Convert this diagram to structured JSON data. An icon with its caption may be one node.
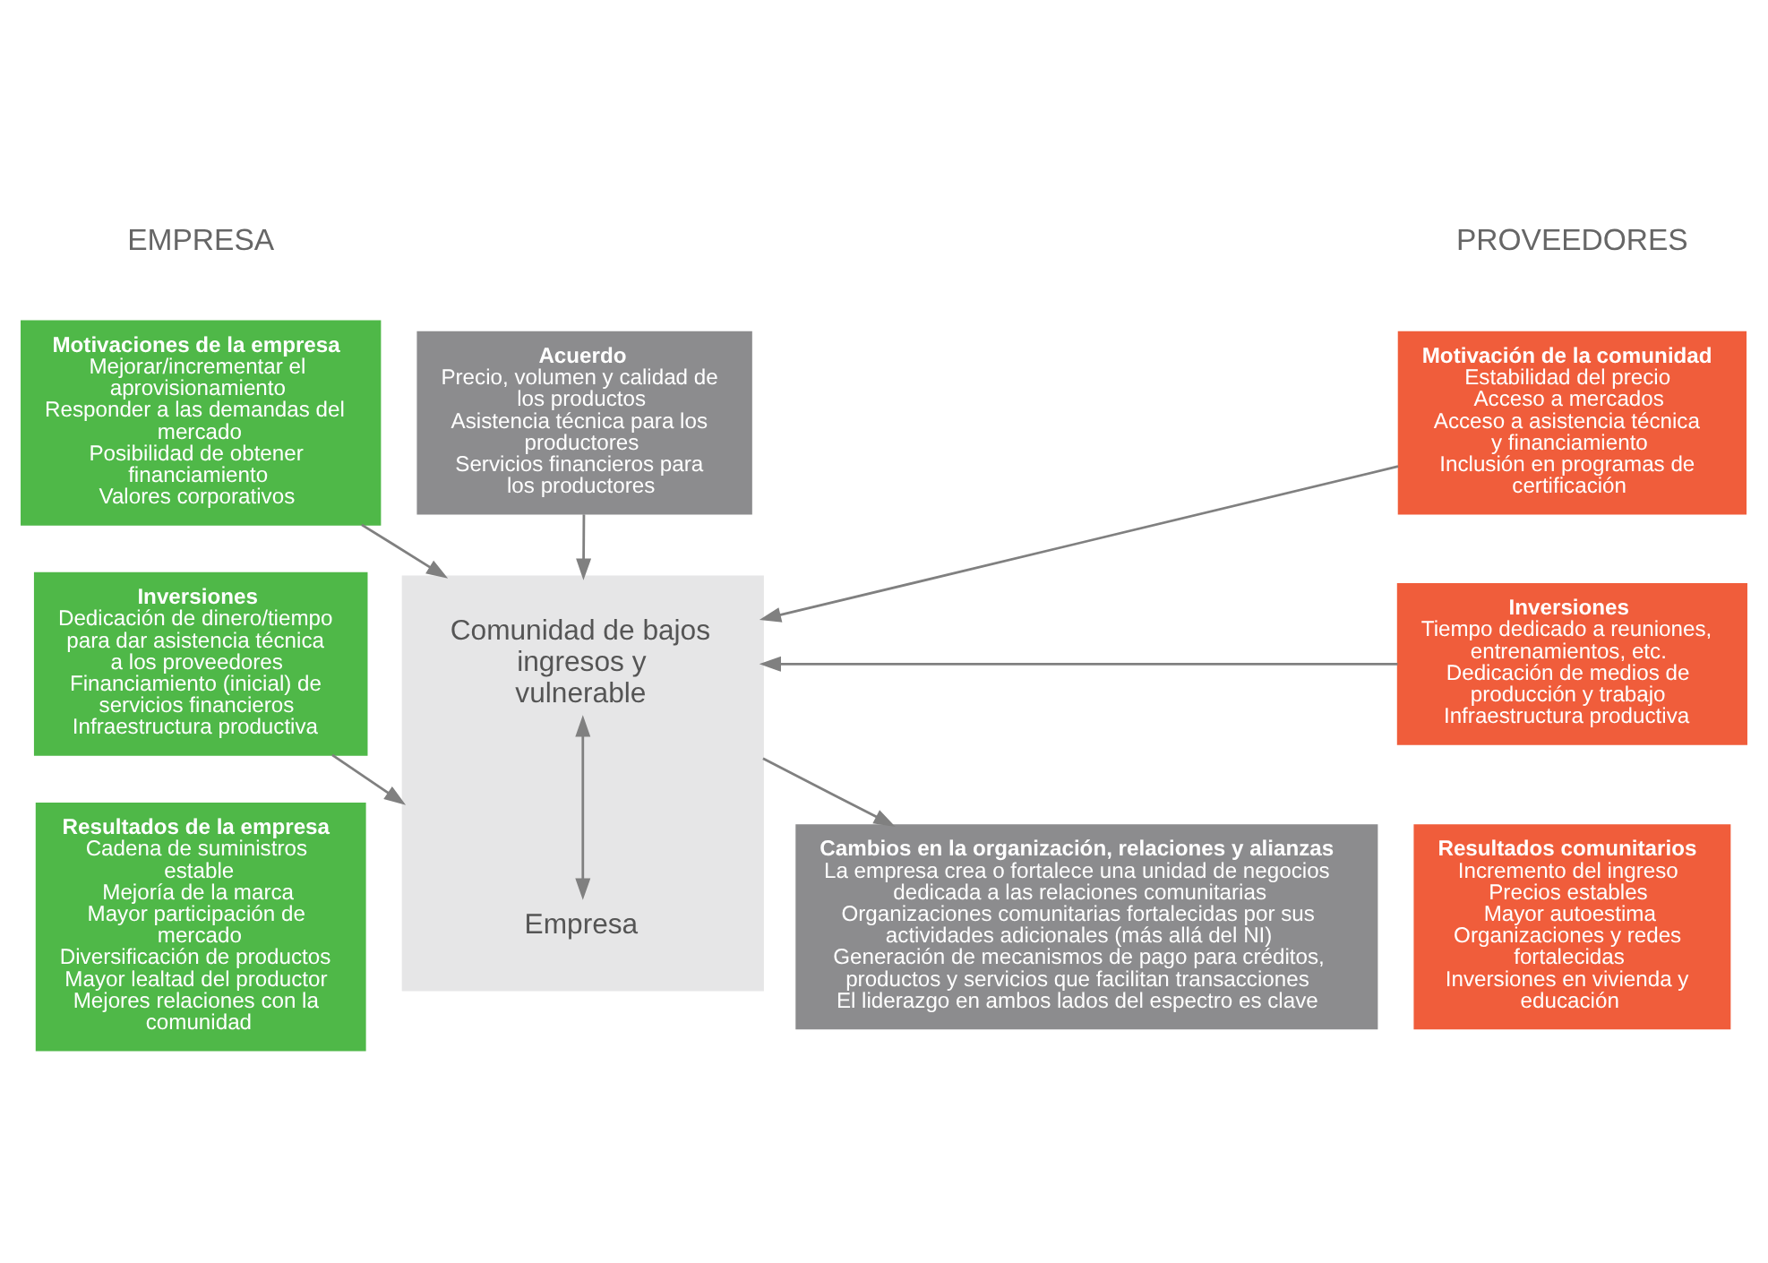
{
  "diagram": {
    "nodes": [
      {
        "text": [
          "Motivación de la comunidad",
          "Estabilidad del precio",
          "Acceso a mercados",
          "Acceso a asistencia técnica y financiamiento",
          "Inclusión en programas de certificación"
        ]
      },
      {
        "text": [
          "Acuerdo",
          "Precio, volumen y calidad de los productos",
          "Asistencia técnica para los productores",
          "Servicios financieros para los productores"
        ]
      },
      {
        "text": [
          "Motivaciones de la empresa",
          "Mejorar/incrementar el aprovisionamiento",
          "Responder a las demandas del mercado",
          "Posibilidad de obtener financiamiento",
          "Valores corporativos"
        ]
      },
      {
        "text": [
          "Inversiones",
          "Tiempo dedicado a reuniones, entrenamientos, etc.",
          "Dedicación de medios de producción y trabajo",
          "Infraestructura productiva"
        ]
      },
      {
        "text": [],
        "shape": "box"
      },
      {
        "text": [
          "Comunidad de bajos ingresos y vulnerable"
        ],
        "in": 4
      },
      {
        "text": [
          "Empresa"
        ],
        "in": 4
      },
      {
        "text": [
          "Inversiones",
          "Dedicación de dinero/tiempo para dar asistencia técnica a los proveedores",
          "Financiamiento (inicial) de servicios financieros",
          "Infraestructura productiva"
        ]
      },
      {
        "text": [
          "Resultados comunitarios",
          "Incremento del ingreso",
          "Precios estables",
          "Mayor autoestima",
          "Organizaciones y redes fortalecidas",
          "Inversiones en vivienda y educación"
        ]
      },
      {
        "text": [
          "Cambios en la organización, relaciones y alianzas",
          "La empresa crea o fortalece una unidad de negocios dedicada a las relaciones comunitarias",
          "Organizaciones comunitarias fortalecidas por sus actividades adicionales (más allá del NI)",
          "Generación de mecanismos de pago para créditos, productos y servicios que facilitan transacciones",
          "El liderazgo en ambos lados del espectro es clave"
        ]
      },
      {
        "text": [
          "Resultados de la empresa",
          "Cadena de suministros estable",
          "Mejoría de la marca",
          "Mayor participación de mercado",
          "Diversificación de productos",
          "Mayor lealtad del productor",
          "Mejores relaciones con la comunidad"
        ]
      }
    ],
    "edges": [
      {
        "from": 0,
        "to": 4,
        "arrow": "to"
      },
      {
        "from": 1,
        "to": 4,
        "arrow": "to"
      },
      {
        "from": 2,
        "to": 4,
        "arrow": "to"
      },
      {
        "from": 3,
        "to": 4,
        "arrow": "to"
      },
      {
        "from": 5,
        "to": 6,
        "arrow": "both"
      },
      {
        "from": 7,
        "to": 4,
        "arrow": "to"
      },
      {
        "from": 4,
        "to": 9,
        "arrow": "to"
      }
    ],
    "labels": [
      "PROVEEDORES",
      "EMPRESA"
    ]
  }
}
